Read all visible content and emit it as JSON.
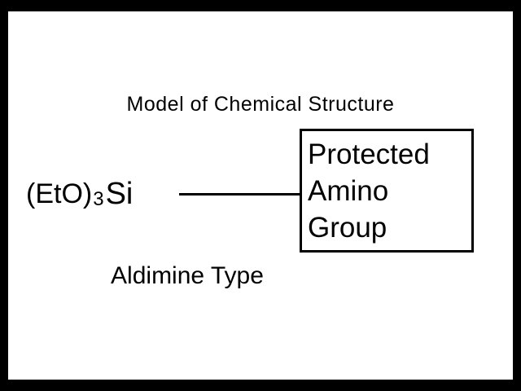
{
  "diagram": {
    "title": "Model of Chemical Structure",
    "formula": {
      "prefix": "(EtO)",
      "subscript": "3",
      "element": "Si"
    },
    "group_box": {
      "lines": [
        "Protected",
        "Amino",
        "Group"
      ]
    },
    "caption": "Aldimine Type"
  },
  "colors": {
    "frame": "#000000",
    "background": "#ffffff",
    "text": "#000000",
    "bond_line": "#000000",
    "box_border": "#000000"
  }
}
